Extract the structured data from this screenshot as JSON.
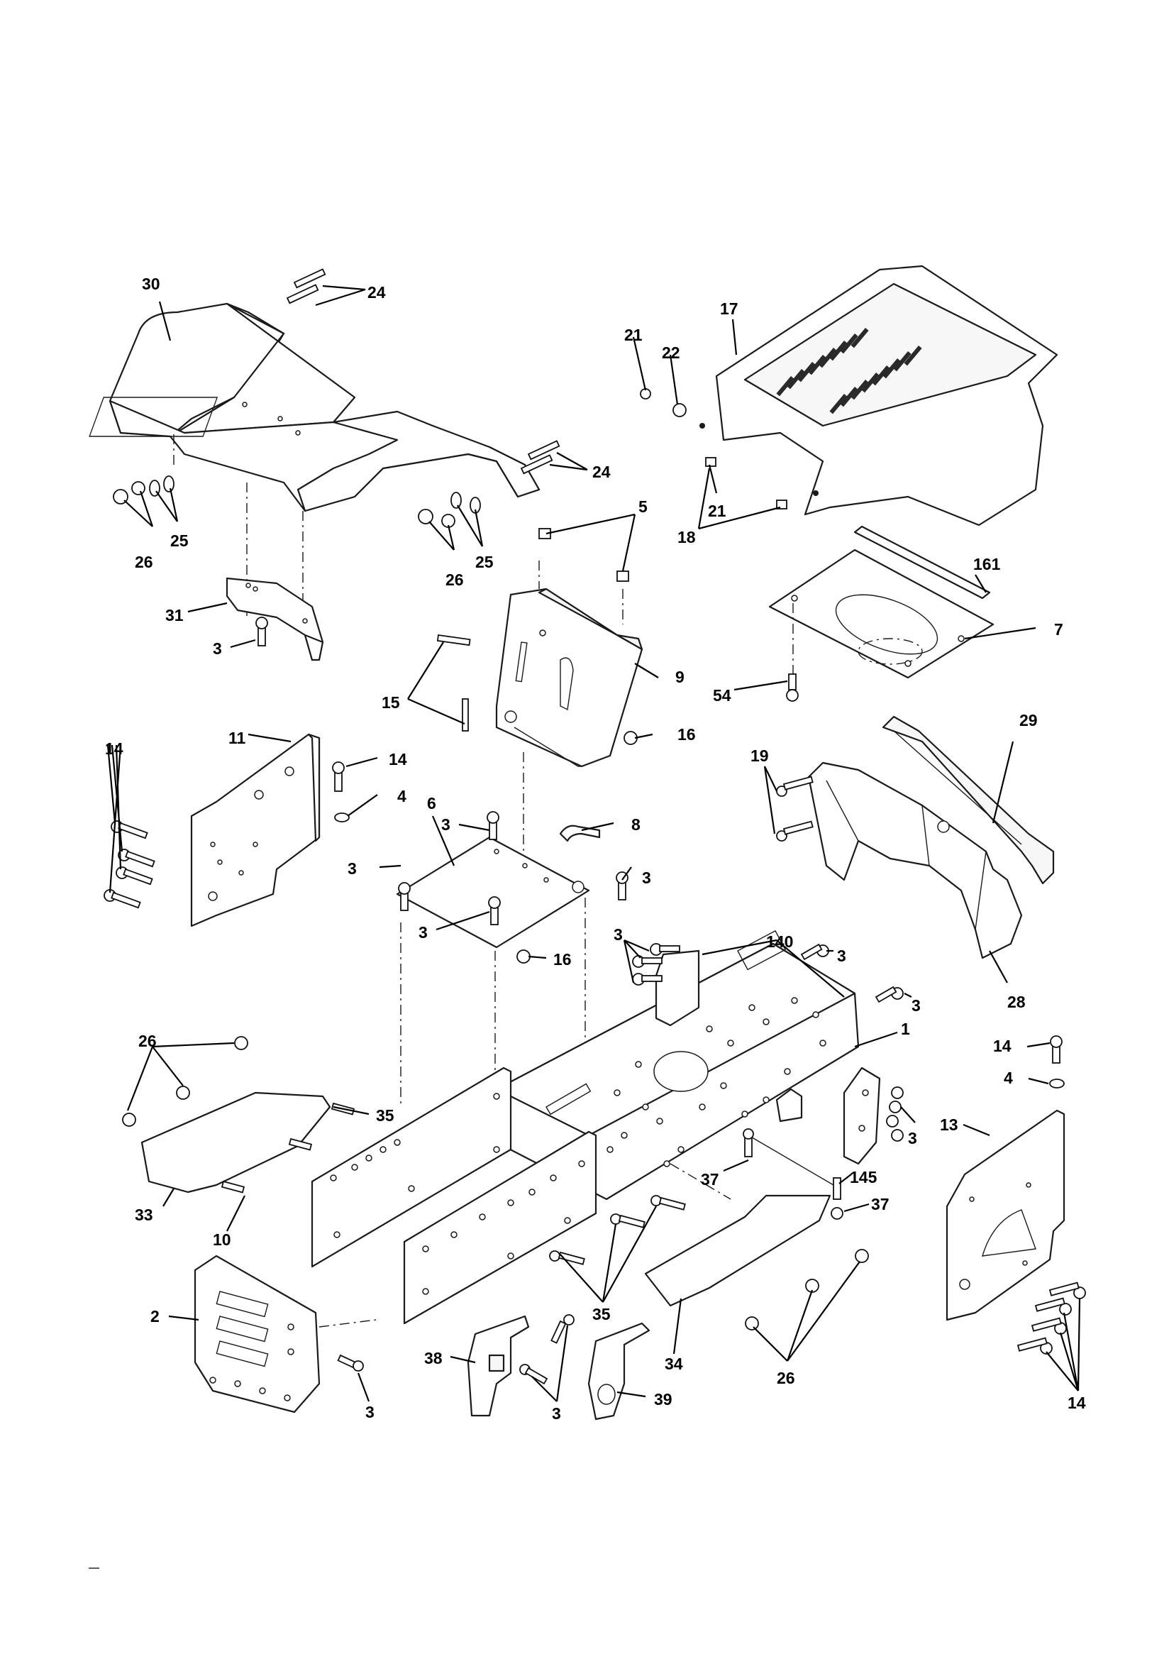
{
  "callouts": {
    "c30": "30",
    "c24a": "24",
    "c24b": "24",
    "c26a": "26",
    "c25a": "25",
    "c26b": "26",
    "c25b": "25",
    "c31": "31",
    "c3a": "3",
    "c17": "17",
    "c21a": "21",
    "c22": "22",
    "c21b": "21",
    "c18": "18",
    "c5": "5",
    "c161": "161",
    "c7": "7",
    "c54": "54",
    "c9": "9",
    "c15": "15",
    "c16a": "16",
    "c14a": "14",
    "c11": "11",
    "c14b": "14",
    "c4a": "4",
    "c3b": "3",
    "c8": "8",
    "c6": "6",
    "c3c": "3",
    "c3d": "3",
    "c3e": "3",
    "c16b": "16",
    "c29": "29",
    "c19": "19",
    "c28": "28",
    "c3f": "3",
    "c140": "140",
    "c3g": "3",
    "c3h": "3",
    "c1": "1",
    "c26c": "26",
    "c35a": "35",
    "c33": "33",
    "c10": "10",
    "c14c": "14",
    "c4b": "4",
    "c13": "13",
    "c3i": "3",
    "c37a": "37",
    "c145": "145",
    "c37b": "37",
    "c2": "2",
    "c3j": "3",
    "c35b": "35",
    "c38": "38",
    "c3k": "3",
    "c39": "39",
    "c34": "34",
    "c26d": "26",
    "c14d": "14"
  }
}
